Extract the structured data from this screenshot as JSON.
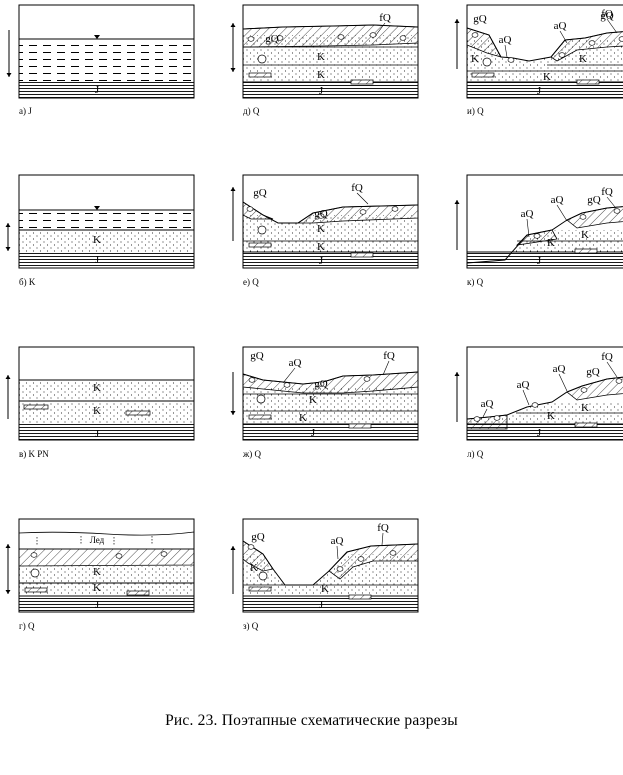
{
  "caption": "Рис. 23. Поэтапные схематические разрезы",
  "panels": {
    "a": {
      "label": "а) J",
      "layers": [
        "J"
      ],
      "features": []
    },
    "b": {
      "label": "б) K",
      "layers": [
        "K",
        "J"
      ],
      "features": []
    },
    "v": {
      "label": "в) K  PN",
      "layers": [
        "K",
        "K",
        "J"
      ],
      "features": []
    },
    "g": {
      "label": "г) Q",
      "layers": [
        "Лед",
        "K",
        "K",
        "J"
      ],
      "features": [
        "Лед"
      ]
    },
    "d": {
      "label": "д) Q",
      "layers": [
        "K",
        "K",
        "J"
      ],
      "features": [
        "gQ",
        "fQ"
      ]
    },
    "e": {
      "label": "е) Q",
      "layers": [
        "K",
        "K",
        "J"
      ],
      "features": [
        "gQ",
        "gQ",
        "fQ"
      ]
    },
    "zh": {
      "label": "ж) Q",
      "layers": [
        "K",
        "K",
        "J"
      ],
      "features": [
        "gQ",
        "aQ",
        "gQ",
        "fQ"
      ]
    },
    "z": {
      "label": "з) Q",
      "layers": [
        "K",
        "K",
        "J"
      ],
      "features": [
        "gQ",
        "aQ",
        "fQ"
      ]
    },
    "i": {
      "label": "и) Q",
      "layers": [
        "K",
        "K",
        "K",
        "J"
      ],
      "features": [
        "gQ",
        "aQ",
        "aQ",
        "gQ",
        "fQ"
      ]
    },
    "k": {
      "label": "к) Q",
      "layers": [
        "K",
        "K",
        "J"
      ],
      "features": [
        "aQ",
        "aQ",
        "gQ",
        "fQ"
      ]
    },
    "l": {
      "label": "л) Q",
      "layers": [
        "K",
        "K",
        "J"
      ],
      "features": [
        "aQ",
        "aQ",
        "aQ",
        "gQ",
        "fQ"
      ]
    }
  }
}
